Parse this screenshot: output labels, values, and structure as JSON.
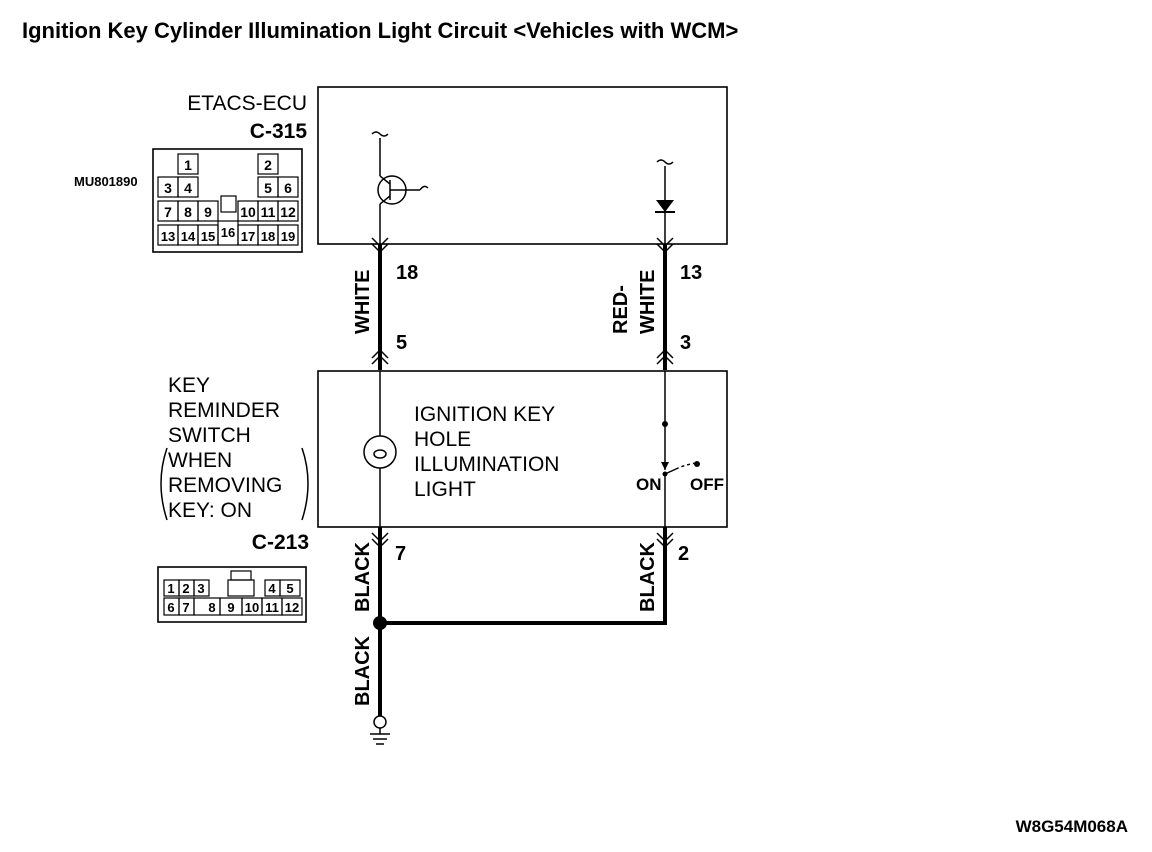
{
  "title": "Ignition Key Cylinder Illumination Light Circuit <Vehicles with WCM>",
  "etacs": {
    "name": "ETACS-ECU",
    "connector": "C-315",
    "part_number": "MU801890",
    "pins_row1": [
      "1",
      "2"
    ],
    "pins_row2": [
      "3",
      "4",
      "5",
      "6"
    ],
    "pins_row3": [
      "7",
      "8",
      "9",
      "10",
      "11",
      "12"
    ],
    "pins_row4": [
      "13",
      "14",
      "15",
      "16",
      "17",
      "18",
      "19"
    ]
  },
  "switch": {
    "name_lines": [
      "KEY",
      "REMINDER",
      "SWITCH",
      "WHEN",
      "REMOVING",
      "KEY: ON"
    ],
    "connector": "C-213",
    "light_label_lines": [
      "IGNITION KEY",
      "HOLE",
      "ILLUMINATION",
      "LIGHT"
    ],
    "on_label": "ON",
    "off_label": "OFF",
    "pins_row1": [
      "1",
      "2",
      "3",
      "4",
      "5"
    ],
    "pins_row2": [
      "6",
      "7",
      "8",
      "9",
      "10",
      "11",
      "12"
    ]
  },
  "wires": {
    "left_color": "WHITE",
    "right_color_1": "RED-",
    "right_color_2": "WHITE",
    "ground_color": "BLACK"
  },
  "terminals": {
    "left_top": "18",
    "left_bottom": "5",
    "right_top": "13",
    "right_bottom": "3",
    "switch_left": "7",
    "switch_right": "2"
  },
  "figure_code": "W8G54M068A"
}
